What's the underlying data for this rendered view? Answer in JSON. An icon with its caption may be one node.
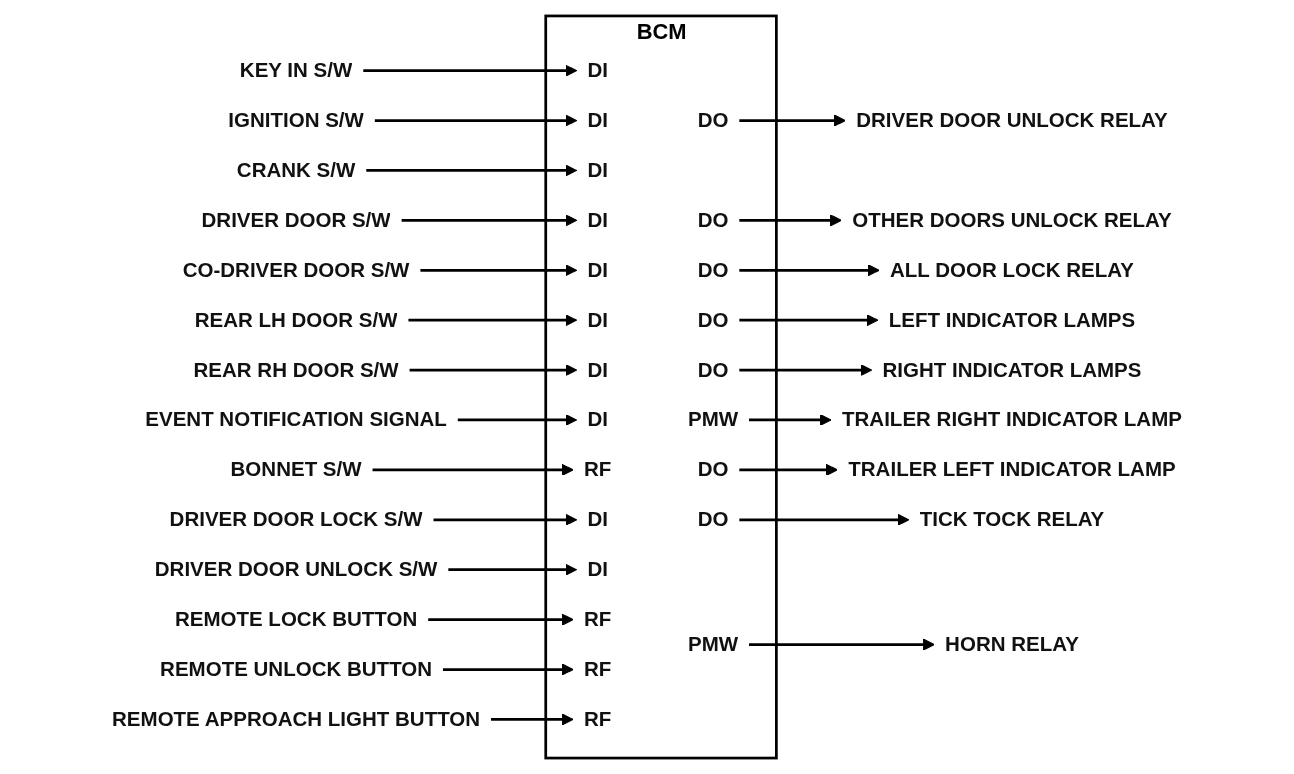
{
  "diagram": {
    "nodes": [
      {
        "text": [
          "KEY IN S/W"
        ]
      },
      {
        "text": [
          "IGNITION S/W"
        ]
      },
      {
        "text": [
          "CRANK S/W"
        ]
      },
      {
        "text": [
          "DRIVER DOOR S/W"
        ]
      },
      {
        "text": [
          "CO-DRIVER DOOR S/W"
        ]
      },
      {
        "text": [
          "REAR LH DOOR S/W"
        ]
      },
      {
        "text": [
          "REAR RH DOOR S/W"
        ]
      },
      {
        "text": [
          "EVENT NOTIFICATION SIGNAL"
        ]
      },
      {
        "text": [
          "BONNET S/W"
        ]
      },
      {
        "text": [
          "DRIVER DOOR LOCK S/W"
        ]
      },
      {
        "text": [
          "DRIVER DOOR UNLOCK S/W"
        ]
      },
      {
        "text": [
          "REMOTE LOCK BUTTON"
        ]
      },
      {
        "text": [
          "REMOTE UNLOCK BUTTON"
        ]
      },
      {
        "text": [
          "REMOTE APPROACH LIGHT BUTTON"
        ]
      },
      {
        "text": [
          "BCM"
        ]
      },
      {
        "text": [
          "DI"
        ],
        "in": 14
      },
      {
        "text": [
          "DI"
        ],
        "in": 14
      },
      {
        "text": [
          "DI"
        ],
        "in": 14
      },
      {
        "text": [
          "DI"
        ],
        "in": 14
      },
      {
        "text": [
          "DI"
        ],
        "in": 14
      },
      {
        "text": [
          "DI"
        ],
        "in": 14
      },
      {
        "text": [
          "DI"
        ],
        "in": 14
      },
      {
        "text": [
          "DI"
        ],
        "in": 14
      },
      {
        "text": [
          "RF"
        ],
        "in": 14
      },
      {
        "text": [
          "DI"
        ],
        "in": 14
      },
      {
        "text": [
          "DI"
        ],
        "in": 14
      },
      {
        "text": [
          "RF"
        ],
        "in": 14
      },
      {
        "text": [
          "RF"
        ],
        "in": 14
      },
      {
        "text": [
          "RF"
        ],
        "in": 14
      },
      {
        "text": [
          "DO"
        ],
        "in": 14
      },
      {
        "text": [
          "DO"
        ],
        "in": 14
      },
      {
        "text": [
          "DO"
        ],
        "in": 14
      },
      {
        "text": [
          "DO"
        ],
        "in": 14
      },
      {
        "text": [
          "DO"
        ],
        "in": 14
      },
      {
        "text": [
          "PMW"
        ],
        "in": 14
      },
      {
        "text": [
          "DO"
        ],
        "in": 14
      },
      {
        "text": [
          "DO"
        ],
        "in": 14
      },
      {
        "text": [
          "PMW"
        ],
        "in": 14
      },
      {
        "text": [
          "DRIVER DOOR UNLOCK RELAY"
        ]
      },
      {
        "text": [
          "OTHER DOORS UNLOCK RELAY"
        ]
      },
      {
        "text": [
          "ALL DOOR LOCK RELAY"
        ]
      },
      {
        "text": [
          "LEFT INDICATOR LAMPS"
        ]
      },
      {
        "text": [
          "RIGHT INDICATOR LAMPS"
        ]
      },
      {
        "text": [
          "TRAILER RIGHT INDICATOR LAMP"
        ]
      },
      {
        "text": [
          "TRAILER LEFT INDICATOR LAMP"
        ]
      },
      {
        "text": [
          "TICK TOCK RELAY"
        ]
      },
      {
        "text": [
          "HORN RELAY"
        ]
      }
    ],
    "edges": [
      {
        "from": 0,
        "to": 15,
        "arrow": "to"
      },
      {
        "from": 1,
        "to": 16,
        "arrow": "to"
      },
      {
        "from": 2,
        "to": 17,
        "arrow": "to"
      },
      {
        "from": 3,
        "to": 18,
        "arrow": "to"
      },
      {
        "from": 4,
        "to": 19,
        "arrow": "to"
      },
      {
        "from": 5,
        "to": 20,
        "arrow": "to"
      },
      {
        "from": 6,
        "to": 21,
        "arrow": "to"
      },
      {
        "from": 7,
        "to": 22,
        "arrow": "to"
      },
      {
        "from": 8,
        "to": 23,
        "arrow": "to"
      },
      {
        "from": 9,
        "to": 24,
        "arrow": "to"
      },
      {
        "from": 10,
        "to": 25,
        "arrow": "to"
      },
      {
        "from": 11,
        "to": 26,
        "arrow": "to"
      },
      {
        "from": 12,
        "to": 27,
        "arrow": "to"
      },
      {
        "from": 13,
        "to": 28,
        "arrow": "to"
      },
      {
        "from": 29,
        "to": 38,
        "arrow": "to"
      },
      {
        "from": 30,
        "to": 39,
        "arrow": "to"
      },
      {
        "from": 31,
        "to": 40,
        "arrow": "to"
      },
      {
        "from": 32,
        "to": 41,
        "arrow": "to"
      },
      {
        "from": 33,
        "to": 42,
        "arrow": "to"
      },
      {
        "from": 34,
        "to": 43,
        "arrow": "to"
      },
      {
        "from": 35,
        "to": 44,
        "arrow": "to"
      },
      {
        "from": 36,
        "to": 45,
        "arrow": "to"
      },
      {
        "from": 37,
        "to": 46,
        "arrow": "to"
      }
    ]
  }
}
